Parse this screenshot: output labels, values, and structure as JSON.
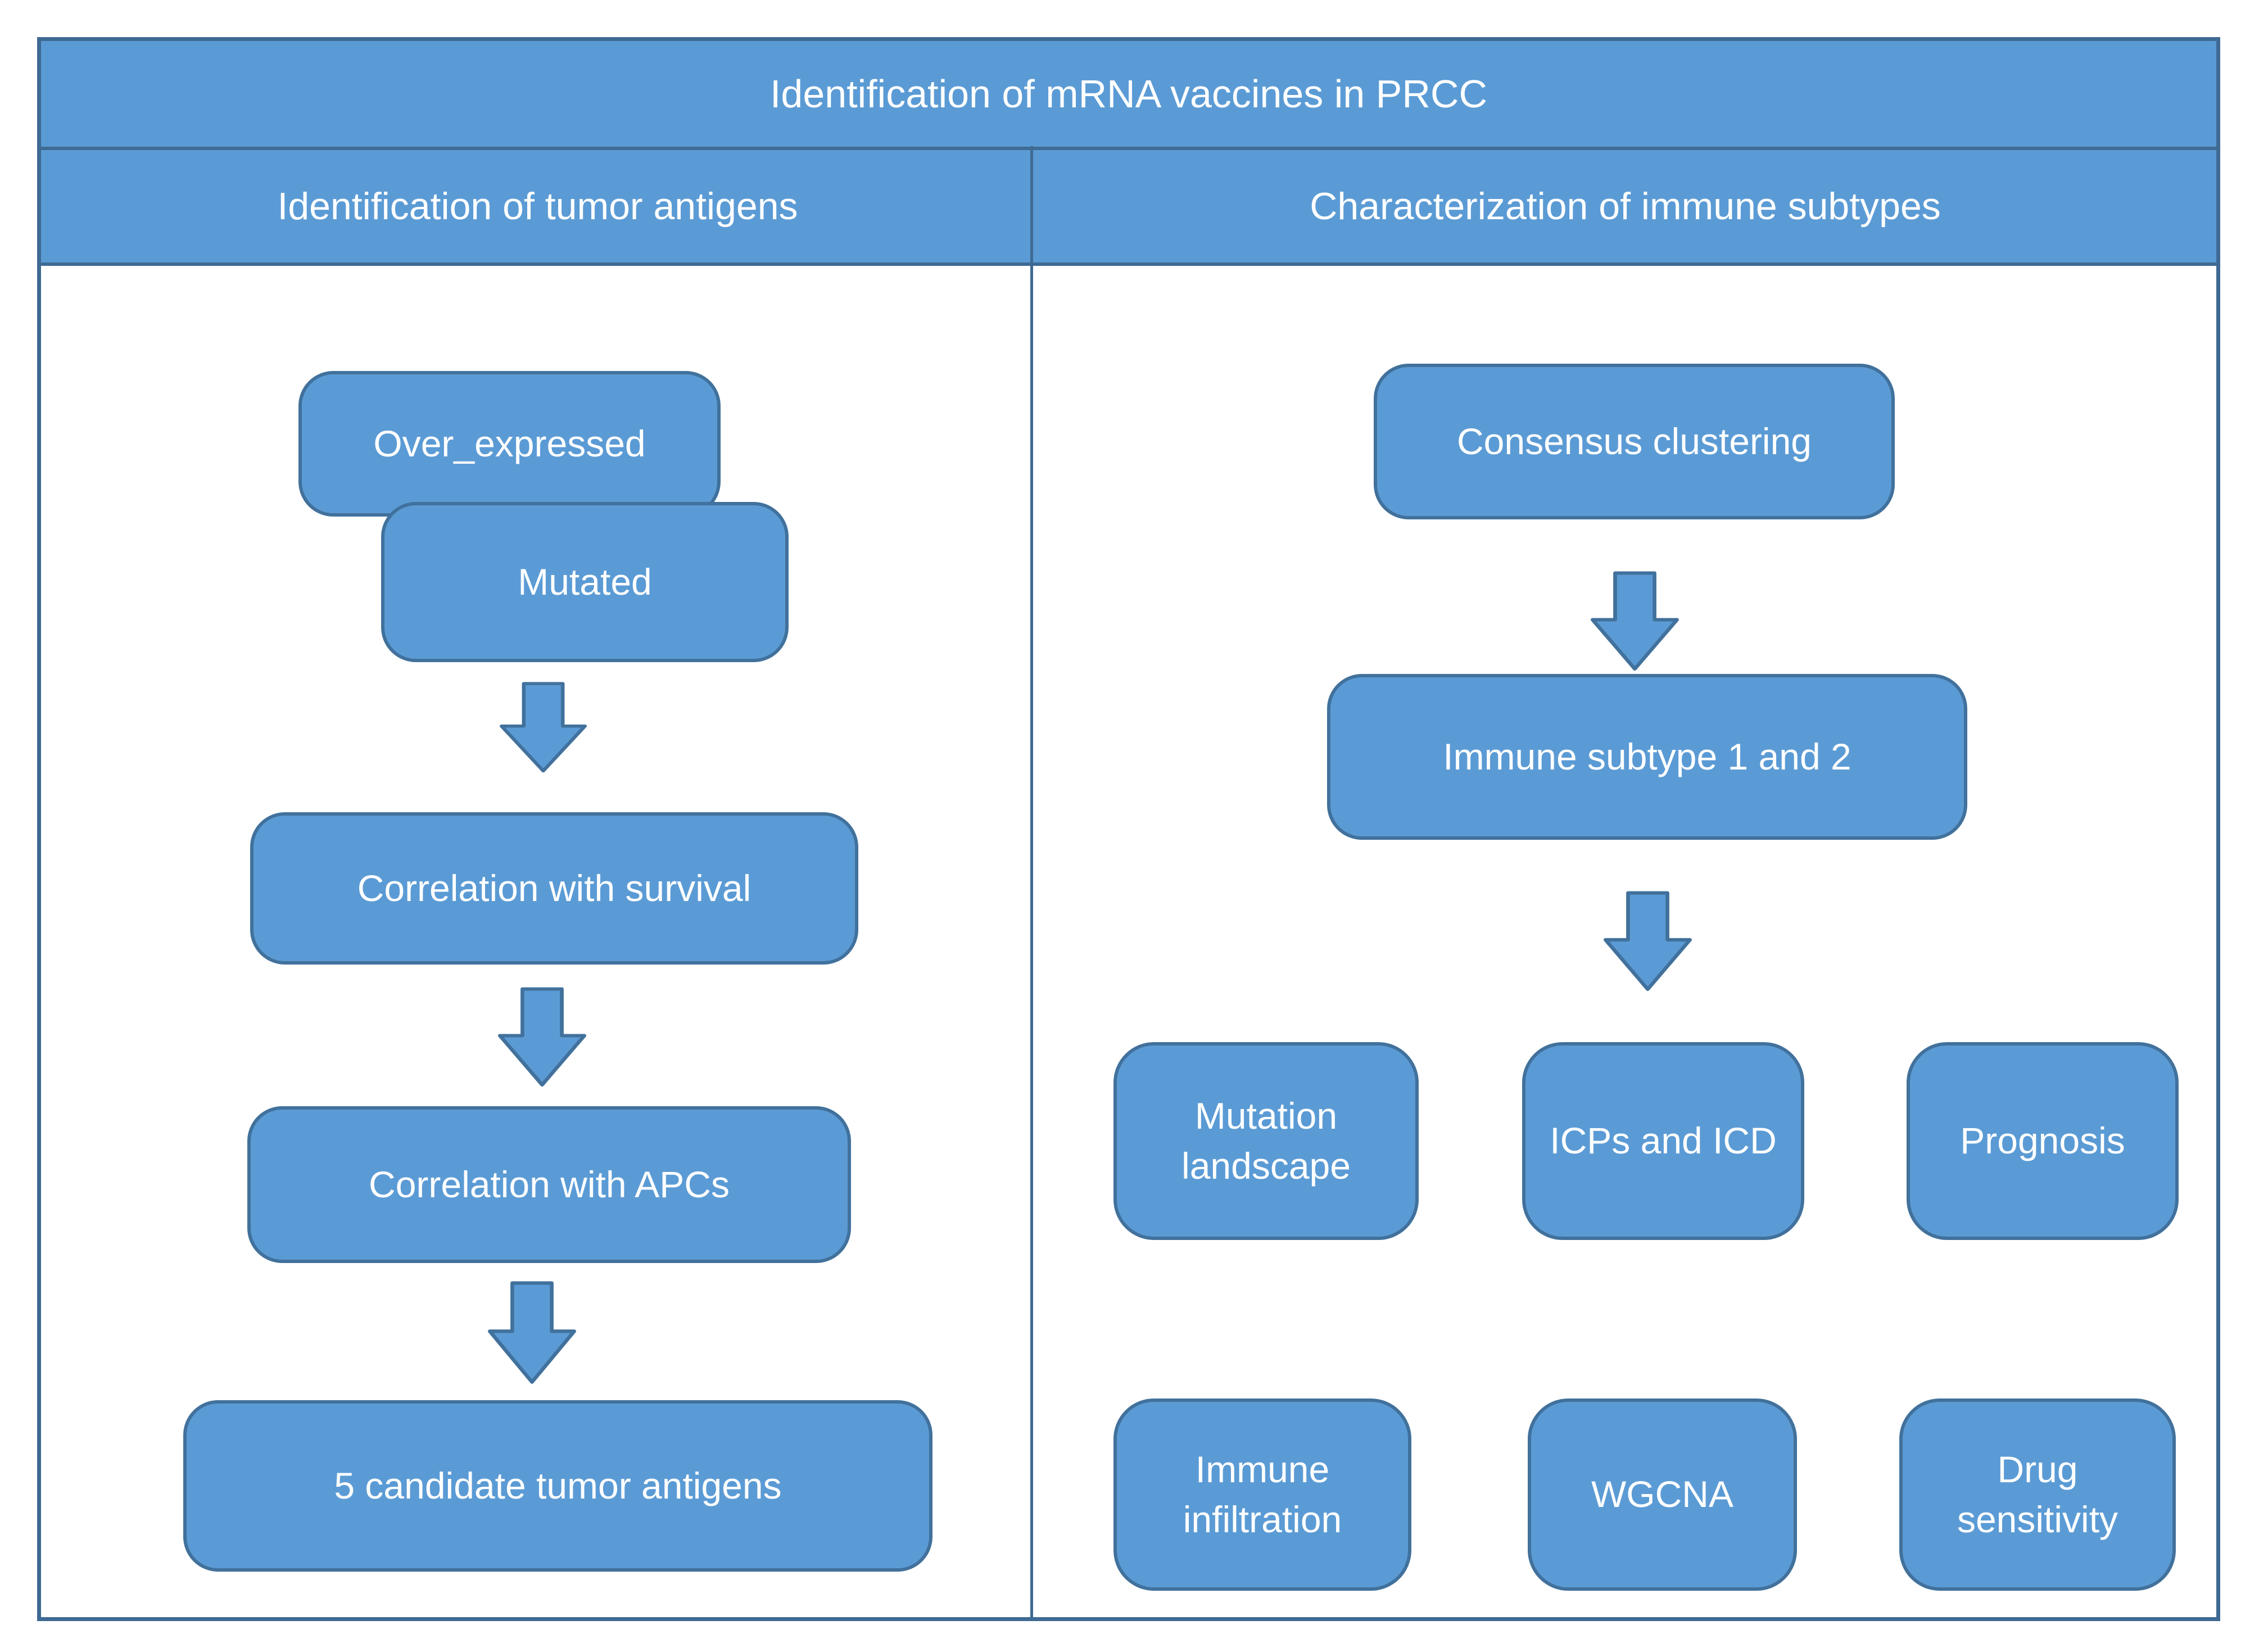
{
  "title": "Identification of mRNA vaccines in PRCC",
  "columns": {
    "left": {
      "header": "Identification of tumor antigens",
      "boxes": {
        "over_expressed": "Over_expressed",
        "mutated": "Mutated",
        "survival": "Correlation with survival",
        "apcs": "Correlation with APCs",
        "candidates": "5 candidate tumor antigens"
      }
    },
    "right": {
      "header": "Characterization of immune subtypes",
      "boxes": {
        "consensus": "Consensus clustering",
        "subtypes": "Immune subtype 1 and 2",
        "mutation_landscape": "Mutation landscape",
        "icps_icd": "ICPs and ICD",
        "prognosis": "Prognosis",
        "immune_infiltration": "Immune infiltration",
        "wgcna": "WGCNA",
        "drug_sensitivity": "Drug sensitivity"
      }
    }
  },
  "colors": {
    "box_fill": "#5b9bd5",
    "box_border": "#41719c",
    "frame_line": "#3e6a93",
    "text": "#ffffff",
    "background": "#ffffff"
  }
}
